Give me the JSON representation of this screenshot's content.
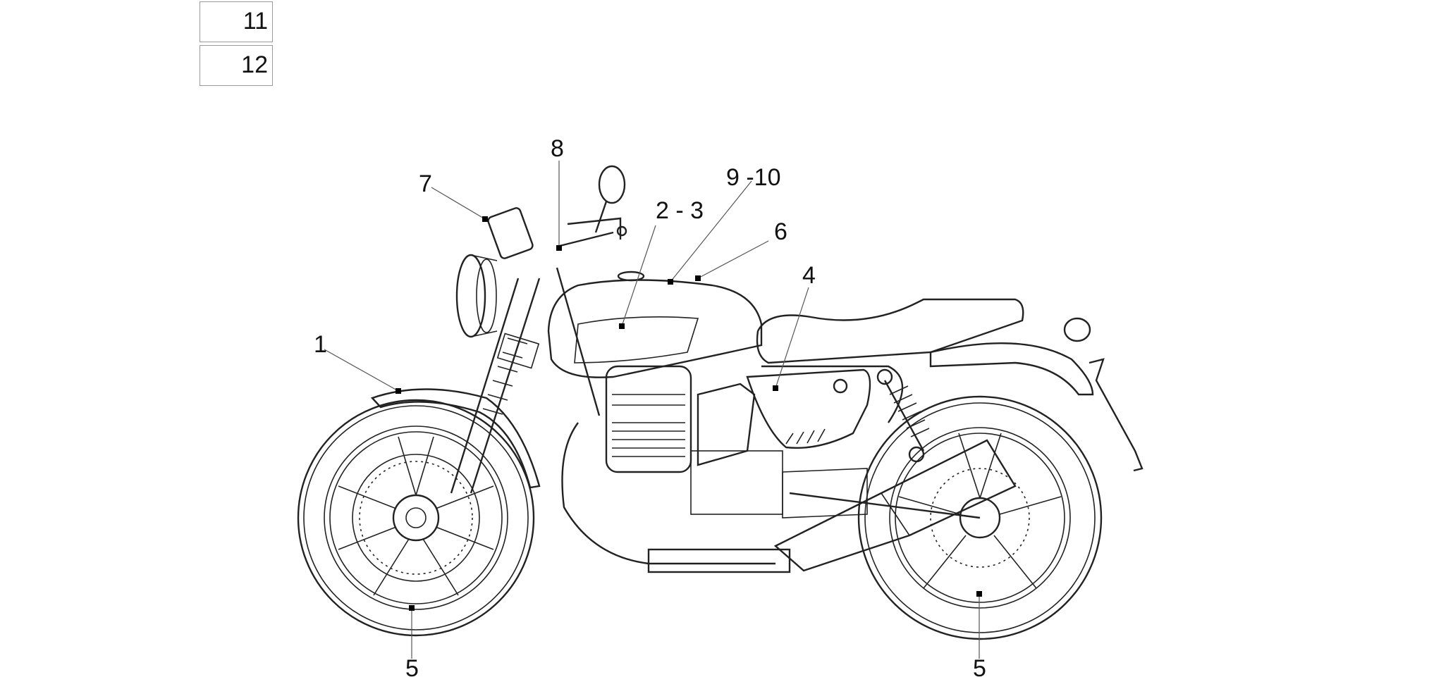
{
  "legend_boxes": [
    {
      "label": "11"
    },
    {
      "label": "12"
    }
  ],
  "callouts": {
    "c1": "1",
    "c2_3": "2 - 3",
    "c4": "4",
    "c5_front": "5",
    "c5_rear": "5",
    "c6": "6",
    "c7": "7",
    "c8": "8",
    "c9_10": "9 -10"
  },
  "colors": {
    "line": "#222222",
    "box_border": "#9a9a9a",
    "background": "#ffffff"
  }
}
